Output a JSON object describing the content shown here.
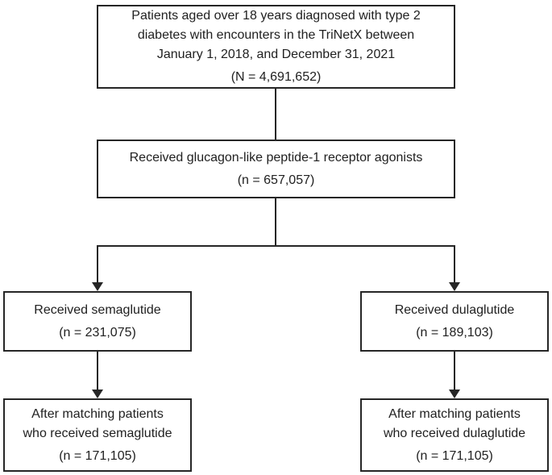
{
  "flowchart": {
    "boxes": {
      "population": {
        "lines": [
          "Patients aged over 18 years diagnosed with type 2",
          "diabetes with encounters in the TriNetX between",
          "January 1, 2018, and December 31, 2021"
        ],
        "count": "(N = 4,691,652)"
      },
      "glp1": {
        "lines": [
          "Received glucagon-like peptide-1 receptor agonists"
        ],
        "count": "(n = 657,057)"
      },
      "semaglutide": {
        "lines": [
          "Received semaglutide"
        ],
        "count": "(n = 231,075)"
      },
      "dulaglutide": {
        "lines": [
          "Received dulaglutide"
        ],
        "count": "(n = 189,103)"
      },
      "semaglutide_matched": {
        "lines": [
          "After matching patients",
          "who received semaglutide"
        ],
        "count": "(n = 171,105)"
      },
      "dulaglutide_matched": {
        "lines": [
          "After matching patients",
          "who received dulaglutide"
        ],
        "count": "(n = 171,105)"
      }
    },
    "colors": {
      "border": "#262626",
      "text": "#212121",
      "background": "#ffffff"
    }
  }
}
